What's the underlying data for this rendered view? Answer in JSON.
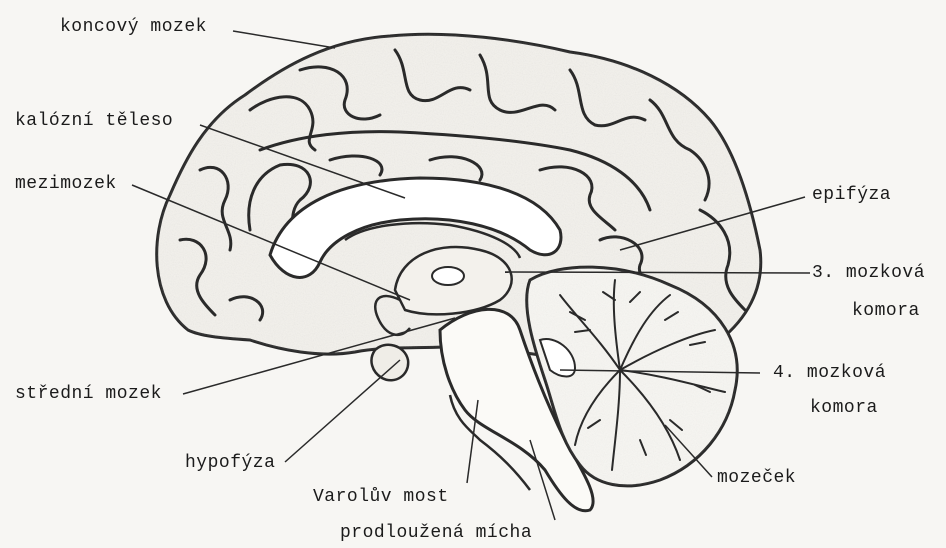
{
  "labels": {
    "telencephalon": "koncový mozek",
    "corpus_callosum": "kalózní těleso",
    "diencephalon": "mezimozek",
    "epiphysis": "epifýza",
    "ventricle3_line1": "3. mozková",
    "ventricle3_line2": "komora",
    "ventricle4_line1": "4. mozková",
    "ventricle4_line2": "komora",
    "midbrain": "střední mozek",
    "hypophysis": "hypofýza",
    "pons": "Varolův most",
    "cerebellum": "mozeček",
    "medulla": "prodloužená mícha"
  }
}
